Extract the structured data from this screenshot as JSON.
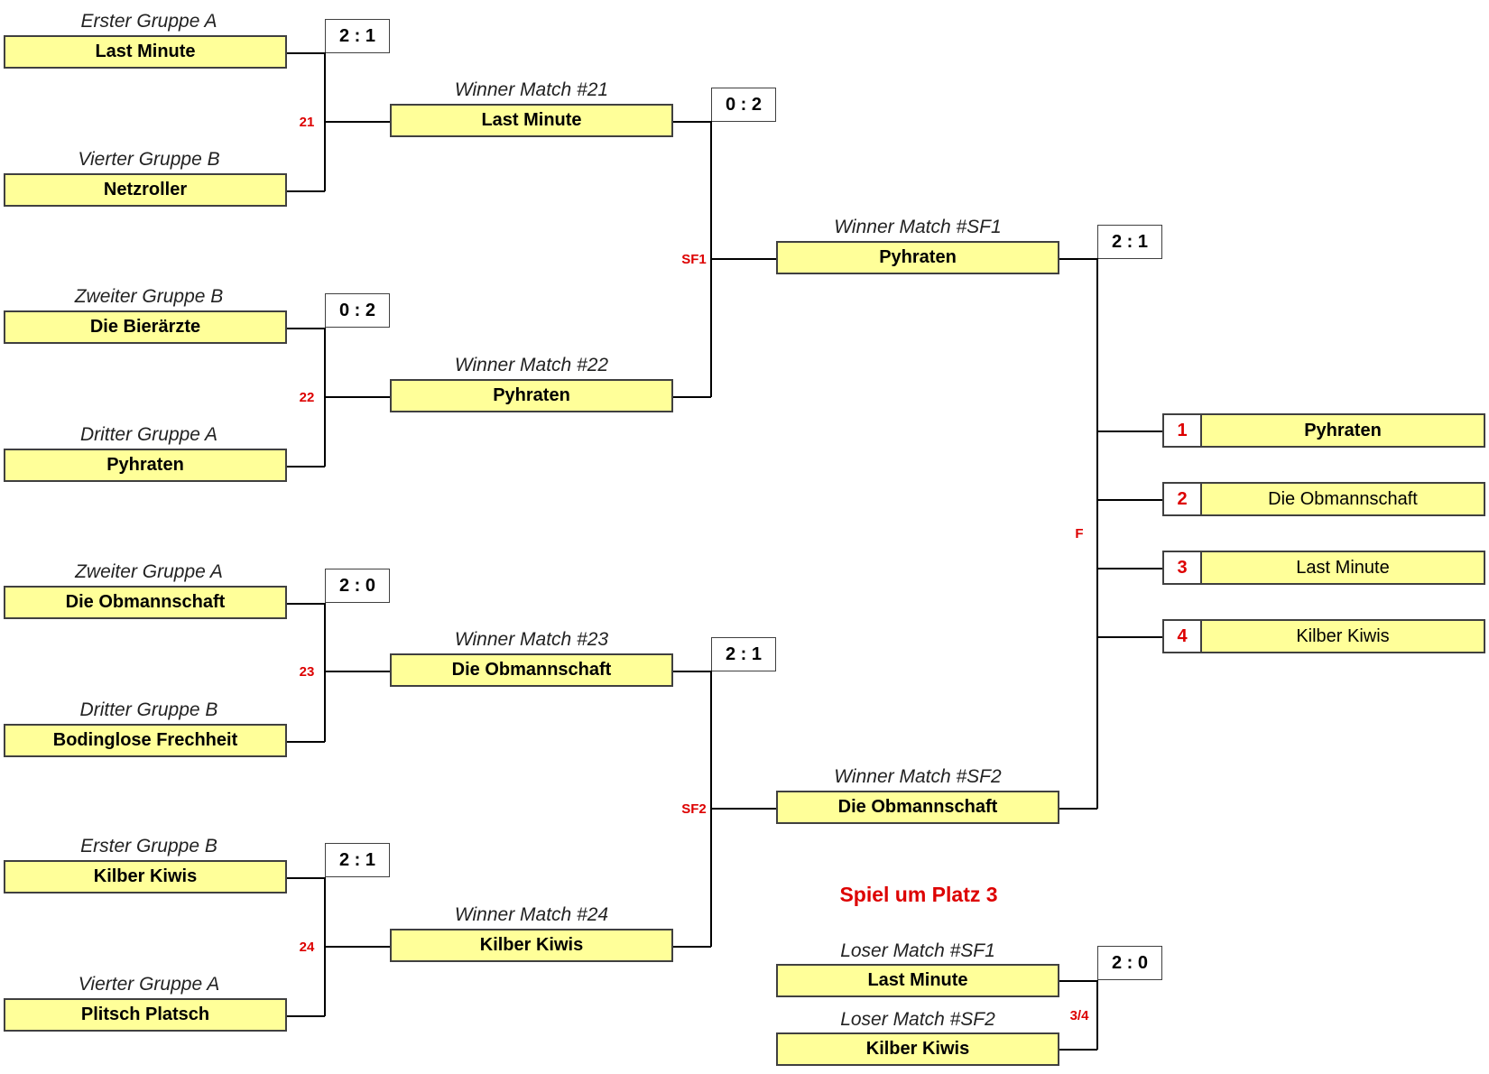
{
  "round1": [
    {
      "top": {
        "caption": "Erster Gruppe A",
        "team": "Last Minute"
      },
      "bottom": {
        "caption": "Vierter Gruppe B",
        "team": "Netzroller"
      },
      "score": "2 : 1",
      "match": "21"
    },
    {
      "top": {
        "caption": "Zweiter Gruppe B",
        "team": "Die Bierärzte"
      },
      "bottom": {
        "caption": "Dritter Gruppe A",
        "team": "Pyhraten"
      },
      "score": "0 : 2",
      "match": "22"
    },
    {
      "top": {
        "caption": "Zweiter Gruppe A",
        "team": "Die Obmannschaft"
      },
      "bottom": {
        "caption": "Dritter Gruppe B",
        "team": "Bodinglose Frechheit"
      },
      "score": "2 : 0",
      "match": "23"
    },
    {
      "top": {
        "caption": "Erster Gruppe B",
        "team": "Kilber Kiwis"
      },
      "bottom": {
        "caption": "Vierter Gruppe A",
        "team": "Plitsch Platsch"
      },
      "score": "2 : 1",
      "match": "24"
    }
  ],
  "quarterfinal_winners": [
    {
      "caption": "Winner Match #21",
      "team": "Last Minute"
    },
    {
      "caption": "Winner Match #22",
      "team": "Pyhraten"
    },
    {
      "caption": "Winner Match #23",
      "team": "Die Obmannschaft"
    },
    {
      "caption": "Winner Match #24",
      "team": "Kilber Kiwis"
    }
  ],
  "semifinals": [
    {
      "score": "0 : 2",
      "match": "SF1"
    },
    {
      "score": "2 : 1",
      "match": "SF2"
    }
  ],
  "semifinal_winners": [
    {
      "caption": "Winner Match #SF1",
      "team": "Pyhraten"
    },
    {
      "caption": "Winner Match #SF2",
      "team": "Die Obmannschaft"
    }
  ],
  "final": {
    "score": "2 : 1",
    "match": "F"
  },
  "ranking": [
    {
      "rank": "1",
      "team": "Pyhraten"
    },
    {
      "rank": "2",
      "team": "Die Obmannschaft"
    },
    {
      "rank": "3",
      "team": "Last Minute"
    },
    {
      "rank": "4",
      "team": "Kilber Kiwis"
    }
  ],
  "third_place": {
    "title": "Spiel um Platz 3",
    "top": {
      "caption": "Loser Match #SF1",
      "team": "Last Minute"
    },
    "bottom": {
      "caption": "Loser Match #SF2",
      "team": "Kilber Kiwis"
    },
    "score": "2 : 0",
    "match": "3/4"
  },
  "colors": {
    "box_fill": "#ffff99",
    "accent_red": "#dd0000",
    "border": "#404040"
  }
}
